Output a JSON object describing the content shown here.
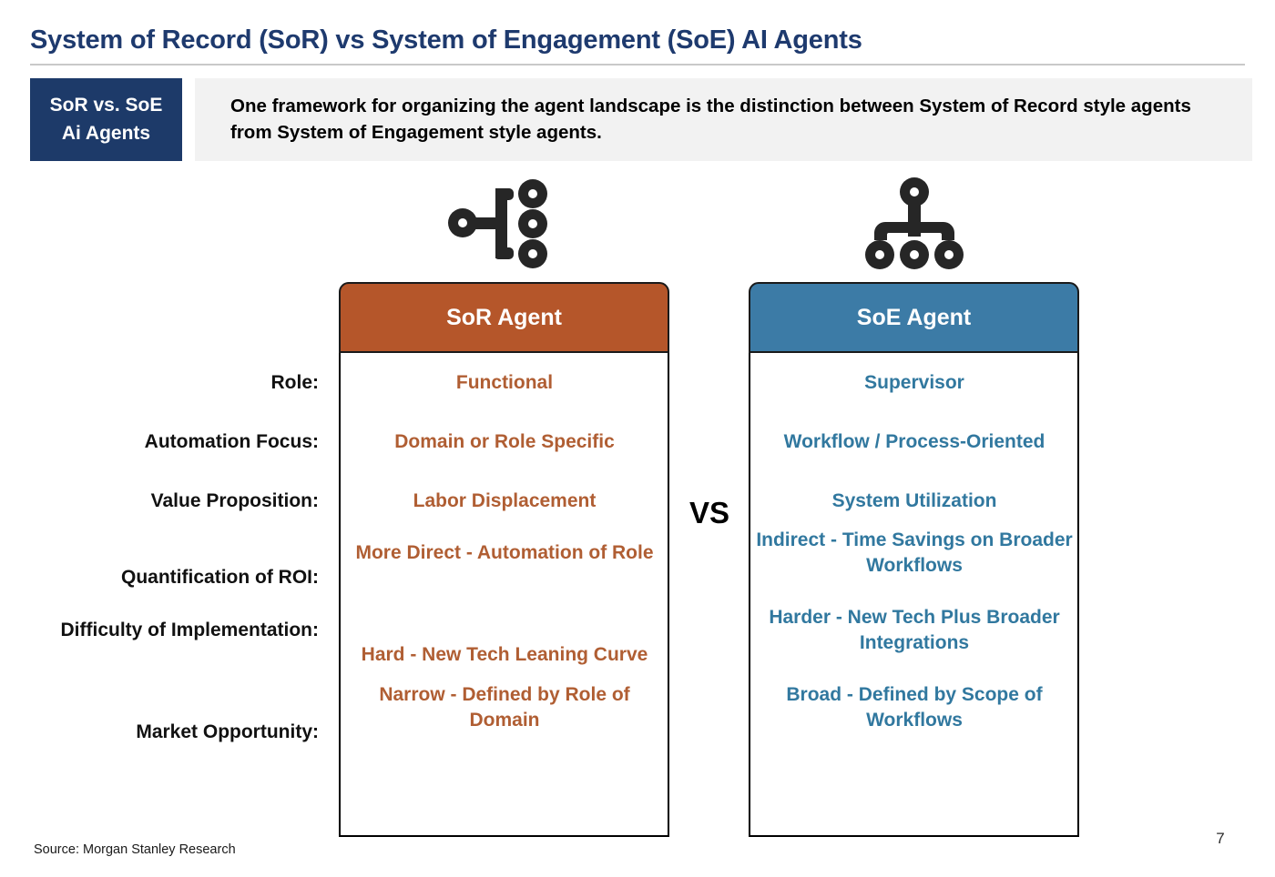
{
  "slide": {
    "title": "System of Record (SoR) vs System of Engagement (SoE) AI Agents",
    "page_number": "7",
    "source": "Source: Morgan Stanley Research"
  },
  "band": {
    "tag_line1": "SoR vs. SoE",
    "tag_line2": "Ai Agents",
    "text": "One framework for organizing the agent landscape is the distinction between System of Record style agents from System of Engagement style agents."
  },
  "icons": {
    "sor": "network-branch-icon",
    "soe": "org-hierarchy-icon"
  },
  "columns": [
    {
      "key": "sor",
      "header": "SoR Agent",
      "icon": "network-branch-icon",
      "color": "#b5562a",
      "text_color": "#b05e33"
    },
    {
      "key": "soe",
      "header": "SoE Agent",
      "icon": "org-hierarchy-icon",
      "color": "#3c7ba6",
      "text_color": "#31789f"
    }
  ],
  "vs_label": "VS",
  "rows": [
    {
      "label": "Role:",
      "sor": "Functional",
      "soe": "Supervisor"
    },
    {
      "label": "Automation Focus:",
      "sor": "Domain or Role Specific",
      "soe": "Workflow / Process-Oriented"
    },
    {
      "label": "Value Proposition:",
      "sor": "Labor Displacement",
      "soe": "System Utilization"
    },
    {
      "label": "Quantification of ROI:",
      "sor": "More Direct - Automation of Role",
      "soe": "Indirect - Time Savings on Broader Workflows"
    },
    {
      "label": "Difficulty of Implementation:",
      "sor": "Hard - New Tech Leaning Curve",
      "soe": "Harder - New Tech Plus Broader Integrations"
    },
    {
      "label": "Market Opportunity:",
      "sor": "Narrow - Defined by Role of Domain",
      "soe": "Broad - Defined by Scope of Workflows"
    }
  ],
  "colors": {
    "title_navy": "#1e3a6e",
    "tag_navy": "#1d3a69",
    "band_gray": "#f2f2f2",
    "sor_orange": "#b5562a",
    "soe_blue": "#3c7ba6",
    "sor_text": "#b05e33",
    "soe_text": "#31789f"
  }
}
